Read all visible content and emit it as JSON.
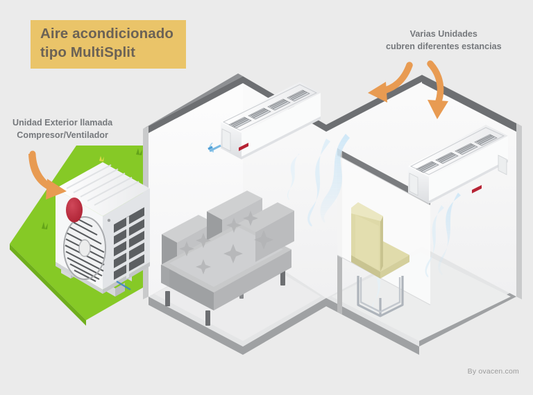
{
  "page": {
    "background_color": "#ebebeb",
    "credit": "By ovacen.com"
  },
  "title": {
    "band_color": "#eac469",
    "text_color": "#6b6256",
    "line1": "Aire acondicionado",
    "line2": "tipo MultiSplit"
  },
  "callouts": {
    "left": {
      "line1": "Unidad Exterior llamada",
      "line2": "Compresor/Ventilador",
      "arrow": "curved-arrow-down-right",
      "color": "#75787c"
    },
    "right": {
      "line1": "Varias Unidades",
      "line2": "cubren diferentes estancias",
      "arrow_1": "curved-arrow-left",
      "arrow_2": "curved-arrow-down",
      "color": "#75787c"
    }
  },
  "scene": {
    "arrow_color": "#e89b52",
    "grass_color": "#86c926",
    "wall_face_color": "#fbfbfb",
    "wall_top_color": "#6d6f72",
    "floor_color": "#e3e4e5",
    "airflow_color": "#b6dcf2",
    "objects": [
      {
        "name": "outdoor-unit",
        "label": "Compresor / Ventilador",
        "color": "#ffffff",
        "accent": "#b62334"
      },
      {
        "name": "indoor-split-unit-left",
        "label": "Unidad interior split",
        "color": "#ffffff"
      },
      {
        "name": "indoor-split-unit-right",
        "label": "Unidad interior split",
        "color": "#ffffff"
      },
      {
        "name": "sofa",
        "label": "Sofá",
        "color": "#c9cacb"
      },
      {
        "name": "chair",
        "label": "Silla",
        "color": "#ded9a8"
      }
    ]
  }
}
